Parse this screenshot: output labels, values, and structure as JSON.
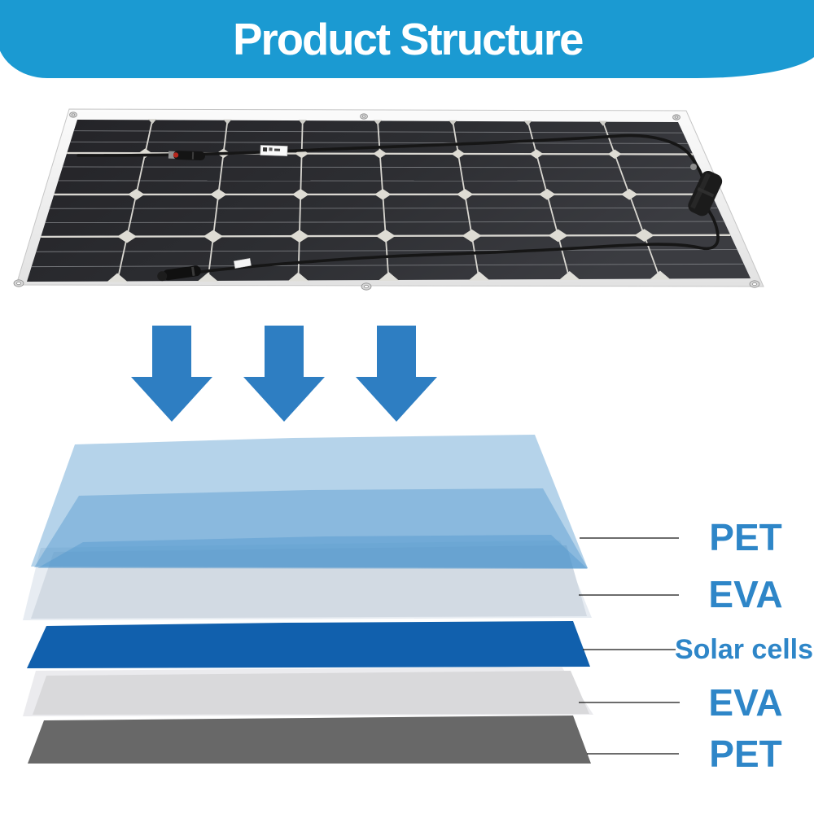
{
  "header": {
    "title": "Product Structure",
    "bg_color": "#1B9AD2",
    "text_color": "#FFFFFF"
  },
  "arrows": {
    "count": 3,
    "direction": "down",
    "color": "#2E7EC2"
  },
  "diagram": {
    "label_color": "#2E86C8",
    "leader_line_color": "#141414",
    "layers": [
      {
        "label": "PET",
        "color": "#4E96CD"
      },
      {
        "label": "EVA",
        "color": "#D2DAE3"
      },
      {
        "label": "Solar cells",
        "color": "#1160AD"
      },
      {
        "label": "EVA",
        "color": "#D9D9DB"
      },
      {
        "label": "PET",
        "color": "#686868"
      }
    ]
  },
  "photo": {
    "subject": "flexible solar panel",
    "cell_columns": 8,
    "cell_rows": 4
  }
}
